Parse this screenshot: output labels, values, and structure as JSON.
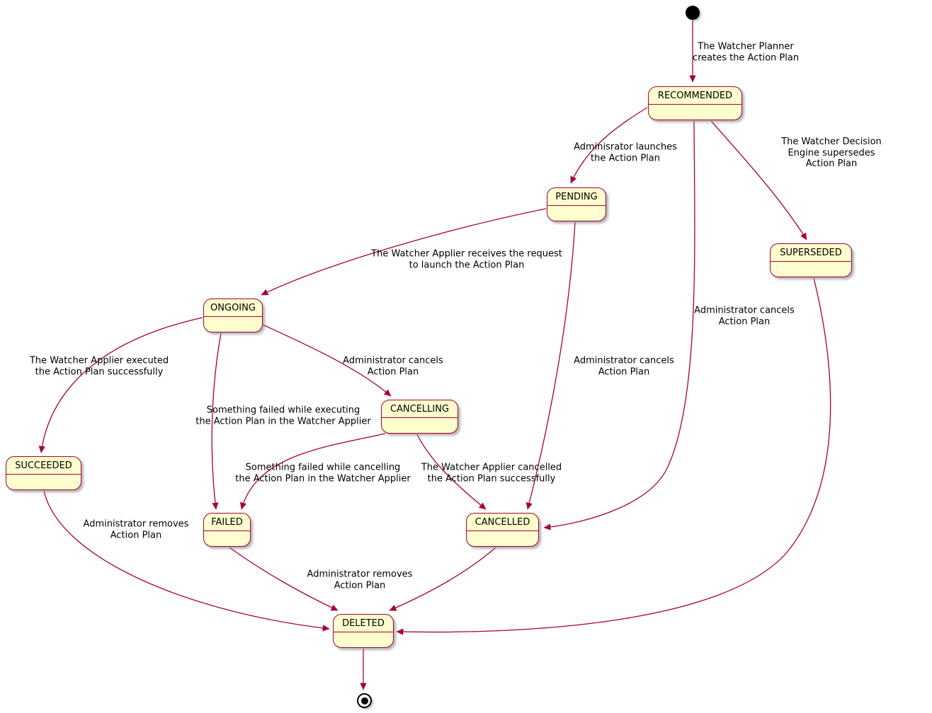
{
  "colors": {
    "state_fill": "#FEFECE",
    "state_border": "#A80036",
    "edge": "#A80036",
    "text": "#000000",
    "background": "#FFFFFF"
  },
  "states": {
    "recommended": "RECOMMENDED",
    "pending": "PENDING",
    "superseded": "SUPERSEDED",
    "ongoing": "ONGOING",
    "cancelling": "CANCELLING",
    "succeeded": "SUCCEEDED",
    "failed": "FAILED",
    "cancelled": "CANCELLED",
    "deleted": "DELETED"
  },
  "transitions": {
    "init_recommended": "The Watcher Planner\ncreates the Action Plan",
    "recommended_pending": "Adminisrator launches\nthe Action Plan",
    "recommended_superseded": "The Watcher Decision Engine supersedes\nAction Plan",
    "recommended_cancelled": "Administrator cancels\nAction Plan",
    "pending_ongoing": "The Watcher Applier receives the request\nto launch the Action Plan",
    "pending_cancelled": "Administrator cancels\nAction Plan",
    "ongoing_succeeded": "The Watcher Applier executed\nthe Action Plan successfully",
    "ongoing_cancelling": "Administrator cancels\nAction Plan",
    "ongoing_failed": "Something failed while executing\nthe Action Plan in the Watcher Applier",
    "cancelling_failed": "Something failed while cancelling\nthe Action Plan in the Watcher Applier",
    "cancelling_cancelled": "The Watcher Applier cancelled\nthe Action Plan successfully",
    "succeeded_deleted": "Administrator removes\nAction Plan",
    "failed_deleted": "Administrator removes\nAction Plan"
  }
}
